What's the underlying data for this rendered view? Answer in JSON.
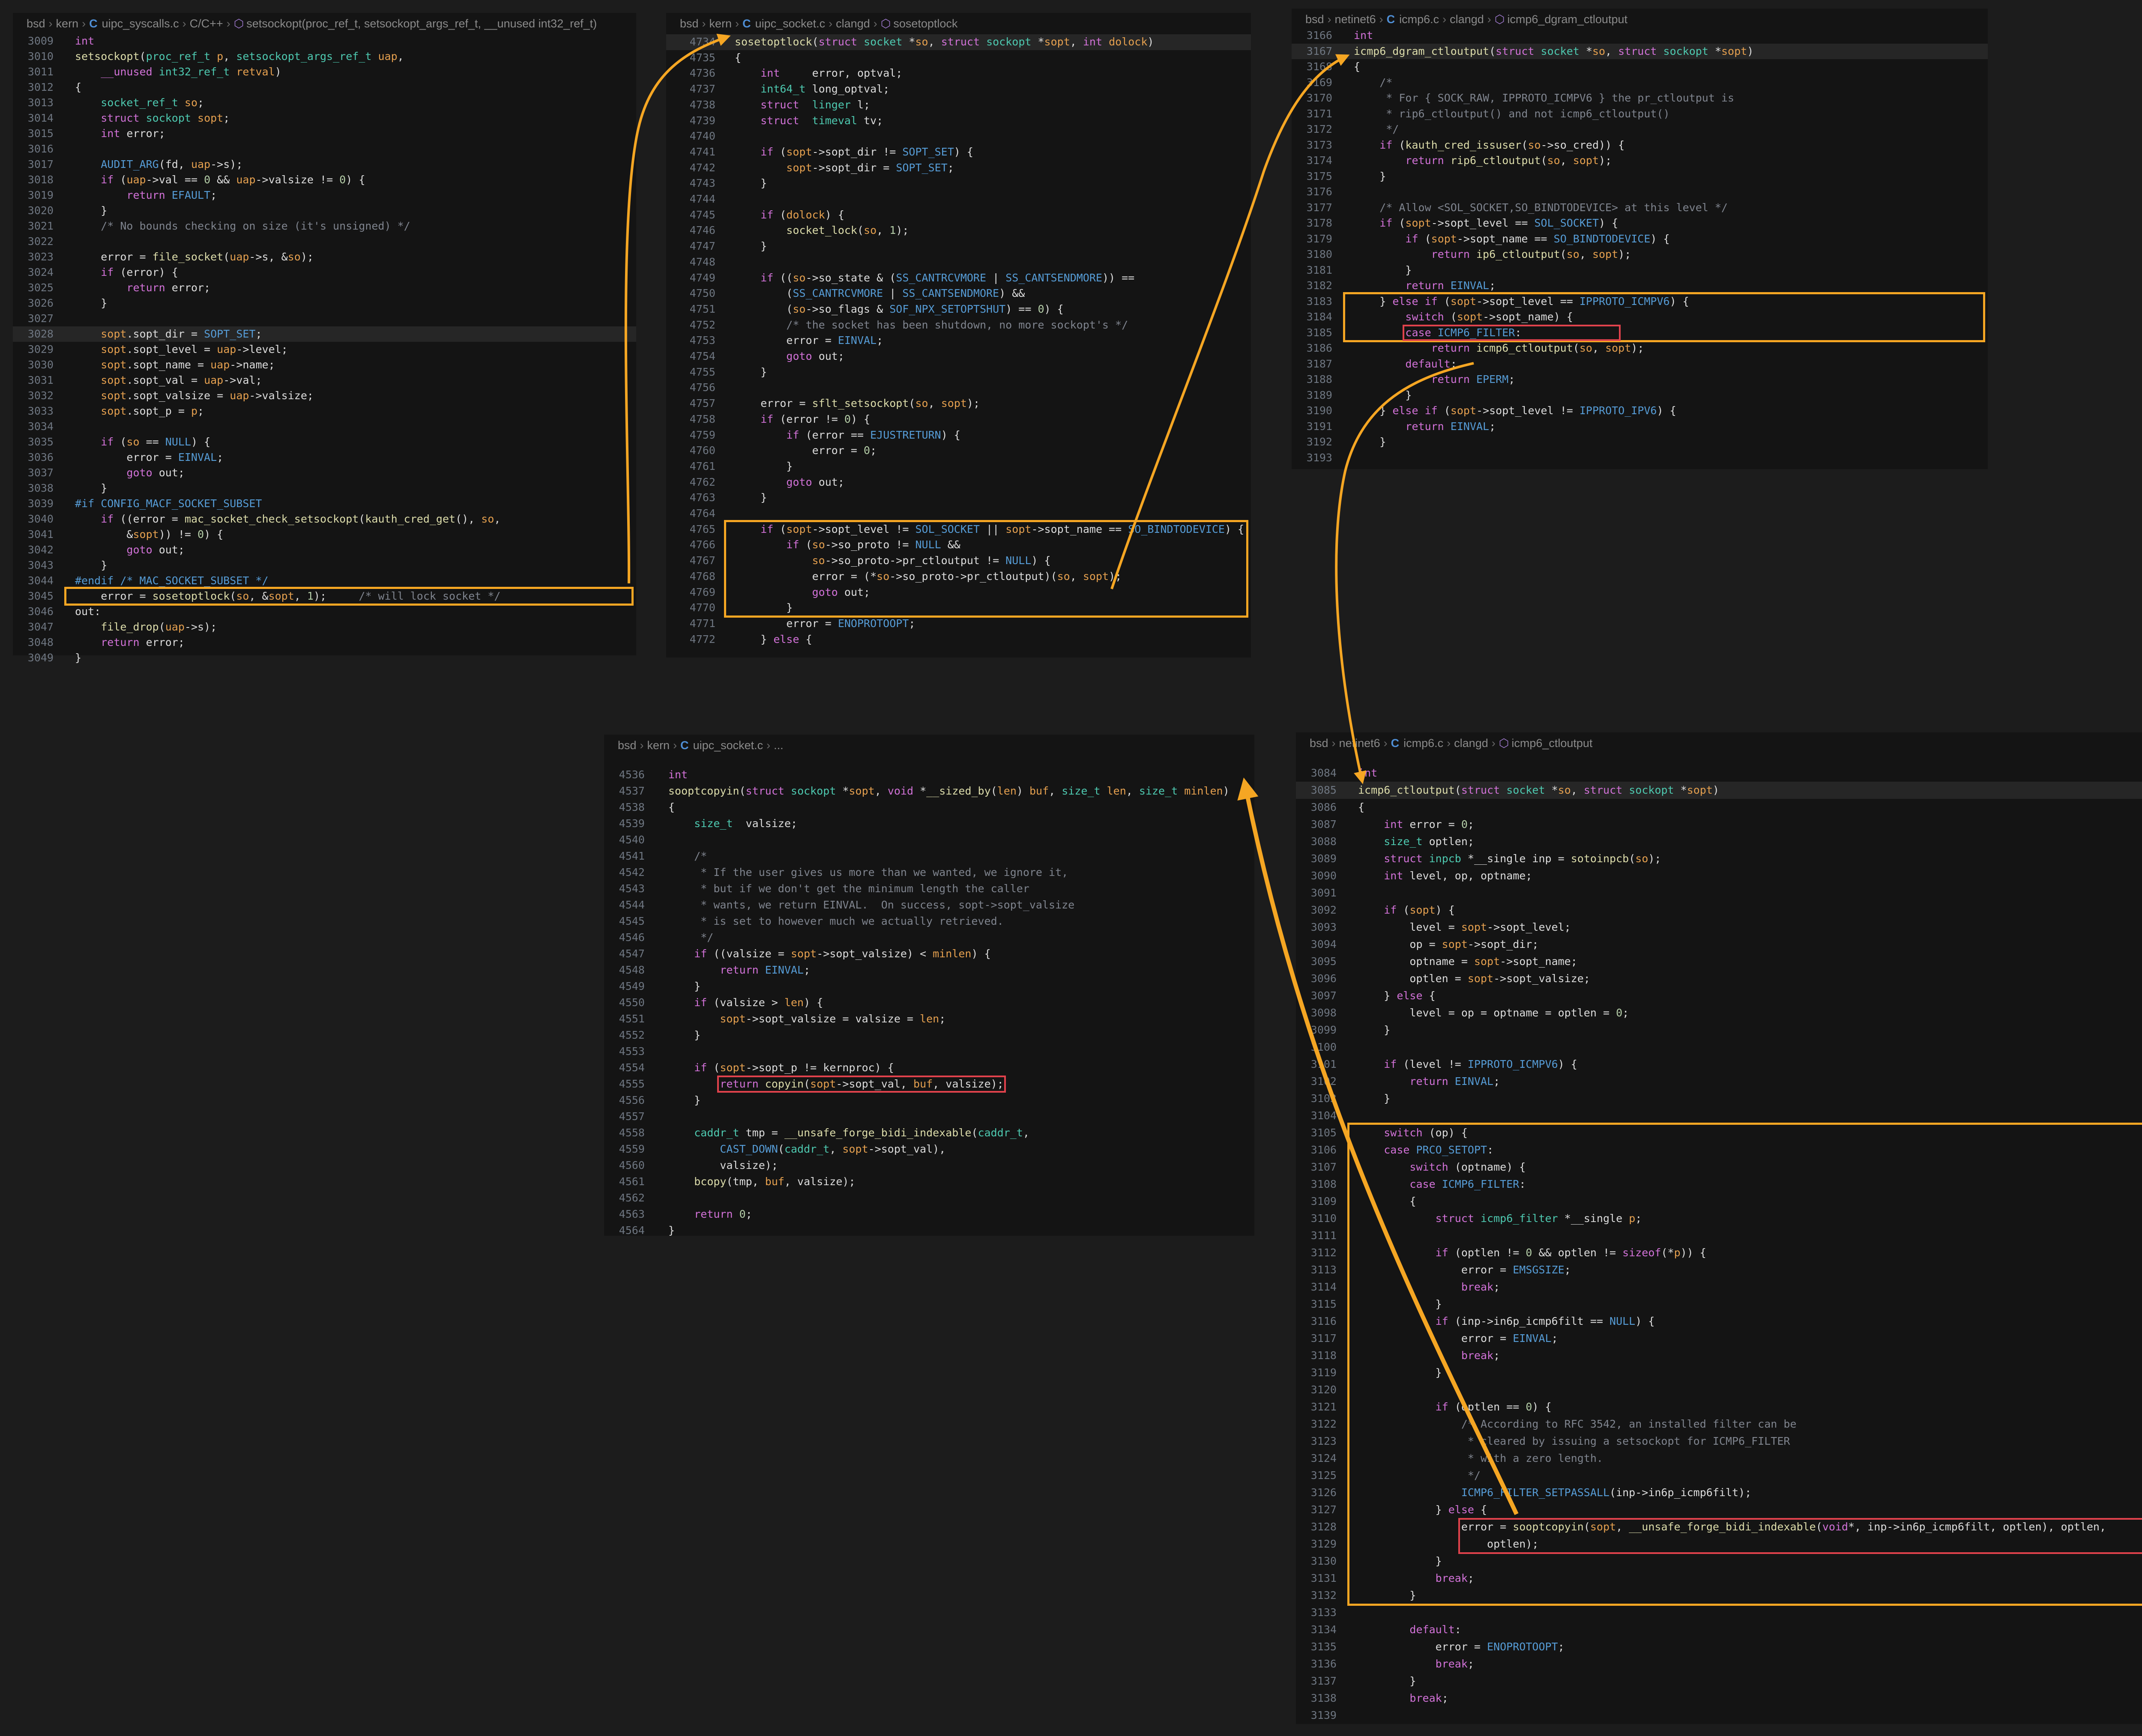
{
  "colors": {
    "background": "#1c1c1c",
    "panel": "#141414",
    "highlight_orange": "#f5a623",
    "highlight_red": "#e0424c"
  },
  "panels": [
    {
      "id": "uipc-syscalls-setsockopt",
      "breadcrumb": [
        "bsd",
        "kern",
        "uipc_syscalls.c",
        "C/C++",
        "setsockopt(proc_ref_t, setsockopt_args_ref_t, __unused int32_ref_t)"
      ],
      "lines": [
        [
          "3009",
          "int"
        ],
        [
          "3010",
          "setsockopt(proc_ref_t p, setsockopt_args_ref_t uap,"
        ],
        [
          "3011",
          "    __unused int32_ref_t retval)"
        ],
        [
          "3012",
          "{"
        ],
        [
          "3013",
          "    socket_ref_t so;"
        ],
        [
          "3014",
          "    struct sockopt sopt;"
        ],
        [
          "3015",
          "    int error;"
        ],
        [
          "3016",
          ""
        ],
        [
          "3017",
          "    AUDIT_ARG(fd, uap->s);"
        ],
        [
          "3018",
          "    if (uap->val == 0 && uap->valsize != 0) {"
        ],
        [
          "3019",
          "        return EFAULT;"
        ],
        [
          "3020",
          "    }"
        ],
        [
          "3021",
          "    /* No bounds checking on size (it's unsigned) */"
        ],
        [
          "3022",
          ""
        ],
        [
          "3023",
          "    error = file_socket(uap->s, &so);"
        ],
        [
          "3024",
          "    if (error) {"
        ],
        [
          "3025",
          "        return error;"
        ],
        [
          "3026",
          "    }"
        ],
        [
          "3027",
          ""
        ],
        [
          "3028",
          "    sopt.sopt_dir = SOPT_SET;"
        ],
        [
          "3029",
          "    sopt.sopt_level = uap->level;"
        ],
        [
          "3030",
          "    sopt.sopt_name = uap->name;"
        ],
        [
          "3031",
          "    sopt.sopt_val = uap->val;"
        ],
        [
          "3032",
          "    sopt.sopt_valsize = uap->valsize;"
        ],
        [
          "3033",
          "    sopt.sopt_p = p;"
        ],
        [
          "3034",
          ""
        ],
        [
          "3035",
          "    if (so == NULL) {"
        ],
        [
          "3036",
          "        error = EINVAL;"
        ],
        [
          "3037",
          "        goto out;"
        ],
        [
          "3038",
          "    }"
        ],
        [
          "3039",
          "#if CONFIG_MACF_SOCKET_SUBSET"
        ],
        [
          "3040",
          "    if ((error = mac_socket_check_setsockopt(kauth_cred_get(), so,"
        ],
        [
          "3041",
          "        &sopt)) != 0) {"
        ],
        [
          "3042",
          "        goto out;"
        ],
        [
          "3043",
          "    }"
        ],
        [
          "3044",
          "#endif /* MAC_SOCKET_SUBSET */"
        ],
        [
          "3045",
          "    error = sosetoptlock(so, &sopt, 1);     /* will lock socket */"
        ],
        [
          "3046",
          "out:"
        ],
        [
          "3047",
          "    file_drop(uap->s);"
        ],
        [
          "3048",
          "    return error;"
        ],
        [
          "3049",
          "}"
        ]
      ]
    },
    {
      "id": "uipc-socket-sosetoptlock",
      "breadcrumb": [
        "bsd",
        "kern",
        "uipc_socket.c",
        "clangd",
        "sosetoptlock"
      ],
      "lines": [
        [
          "4734",
          "sosetoptlock(struct socket *so, struct sockopt *sopt, int dolock)"
        ],
        [
          "4735",
          "{"
        ],
        [
          "4736",
          "    int     error, optval;"
        ],
        [
          "4737",
          "    int64_t long_optval;"
        ],
        [
          "4738",
          "    struct  linger l;"
        ],
        [
          "4739",
          "    struct  timeval tv;"
        ],
        [
          "4740",
          ""
        ],
        [
          "4741",
          "    if (sopt->sopt_dir != SOPT_SET) {"
        ],
        [
          "4742",
          "        sopt->sopt_dir = SOPT_SET;"
        ],
        [
          "4743",
          "    }"
        ],
        [
          "4744",
          ""
        ],
        [
          "4745",
          "    if (dolock) {"
        ],
        [
          "4746",
          "        socket_lock(so, 1);"
        ],
        [
          "4747",
          "    }"
        ],
        [
          "4748",
          ""
        ],
        [
          "4749",
          "    if ((so->so_state & (SS_CANTRCVMORE | SS_CANTSENDMORE)) =="
        ],
        [
          "4750",
          "        (SS_CANTRCVMORE | SS_CANTSENDMORE) &&"
        ],
        [
          "4751",
          "        (so->so_flags & SOF_NPX_SETOPTSHUT) == 0) {"
        ],
        [
          "4752",
          "        /* the socket has been shutdown, no more sockopt's */"
        ],
        [
          "4753",
          "        error = EINVAL;"
        ],
        [
          "4754",
          "        goto out;"
        ],
        [
          "4755",
          "    }"
        ],
        [
          "4756",
          ""
        ],
        [
          "4757",
          "    error = sflt_setsockopt(so, sopt);"
        ],
        [
          "4758",
          "    if (error != 0) {"
        ],
        [
          "4759",
          "        if (error == EJUSTRETURN) {"
        ],
        [
          "4760",
          "            error = 0;"
        ],
        [
          "4761",
          "        }"
        ],
        [
          "4762",
          "        goto out;"
        ],
        [
          "4763",
          "    }"
        ],
        [
          "4764",
          ""
        ],
        [
          "4765",
          "    if (sopt->sopt_level != SOL_SOCKET || sopt->sopt_name == SO_BINDTODEVICE) {"
        ],
        [
          "4766",
          "        if (so->so_proto != NULL &&"
        ],
        [
          "4767",
          "            so->so_proto->pr_ctloutput != NULL) {"
        ],
        [
          "4768",
          "            error = (*so->so_proto->pr_ctloutput)(so, sopt);"
        ],
        [
          "4769",
          "            goto out;"
        ],
        [
          "4770",
          "        }"
        ],
        [
          "4771",
          "        error = ENOPROTOOPT;"
        ],
        [
          "4772",
          "    } else {"
        ]
      ]
    },
    {
      "id": "icmp6-dgram-ctloutput",
      "breadcrumb": [
        "bsd",
        "netinet6",
        "icmp6.c",
        "clangd",
        "icmp6_dgram_ctloutput"
      ],
      "lines": [
        [
          "3166",
          "int"
        ],
        [
          "3167",
          "icmp6_dgram_ctloutput(struct socket *so, struct sockopt *sopt)"
        ],
        [
          "3168",
          "{"
        ],
        [
          "3169",
          "    /*"
        ],
        [
          "3170",
          "     * For { SOCK_RAW, IPPROTO_ICMPV6 } the pr_ctloutput is"
        ],
        [
          "3171",
          "     * rip6_ctloutput() and not icmp6_ctloutput()"
        ],
        [
          "3172",
          "     */"
        ],
        [
          "3173",
          "    if (kauth_cred_issuser(so->so_cred)) {"
        ],
        [
          "3174",
          "        return rip6_ctloutput(so, sopt);"
        ],
        [
          "3175",
          "    }"
        ],
        [
          "3176",
          ""
        ],
        [
          "3177",
          "    /* Allow <SOL_SOCKET,SO_BINDTODEVICE> at this level */"
        ],
        [
          "3178",
          "    if (sopt->sopt_level == SOL_SOCKET) {"
        ],
        [
          "3179",
          "        if (sopt->sopt_name == SO_BINDTODEVICE) {"
        ],
        [
          "3180",
          "            return ip6_ctloutput(so, sopt);"
        ],
        [
          "3181",
          "        }"
        ],
        [
          "3182",
          "        return EINVAL;"
        ],
        [
          "3183",
          "    } else if (sopt->sopt_level == IPPROTO_ICMPV6) {"
        ],
        [
          "3184",
          "        switch (sopt->sopt_name) {"
        ],
        [
          "3185",
          "        case ICMP6_FILTER:"
        ],
        [
          "3186",
          "            return icmp6_ctloutput(so, sopt);"
        ],
        [
          "3187",
          "        default:"
        ],
        [
          "3188",
          "            return EPERM;"
        ],
        [
          "3189",
          "        }"
        ],
        [
          "3190",
          "    } else if (sopt->sopt_level != IPPROTO_IPV6) {"
        ],
        [
          "3191",
          "        return EINVAL;"
        ],
        [
          "3192",
          "    }"
        ],
        [
          "3193",
          ""
        ]
      ]
    },
    {
      "id": "uipc-socket-sooptcopyin",
      "breadcrumb": [
        "bsd",
        "kern",
        "uipc_socket.c",
        "..."
      ],
      "lines": [
        [
          "4536",
          "int"
        ],
        [
          "4537",
          "sooptcopyin(struct sockopt *sopt, void *__sized_by(len) buf, size_t len, size_t minlen)"
        ],
        [
          "4538",
          "{"
        ],
        [
          "4539",
          "    size_t  valsize;"
        ],
        [
          "4540",
          ""
        ],
        [
          "4541",
          "    /*"
        ],
        [
          "4542",
          "     * If the user gives us more than we wanted, we ignore it,"
        ],
        [
          "4543",
          "     * but if we don't get the minimum length the caller"
        ],
        [
          "4544",
          "     * wants, we return EINVAL.  On success, sopt->sopt_valsize"
        ],
        [
          "4545",
          "     * is set to however much we actually retrieved."
        ],
        [
          "4546",
          "     */"
        ],
        [
          "4547",
          "    if ((valsize = sopt->sopt_valsize) < minlen) {"
        ],
        [
          "4548",
          "        return EINVAL;"
        ],
        [
          "4549",
          "    }"
        ],
        [
          "4550",
          "    if (valsize > len) {"
        ],
        [
          "4551",
          "        sopt->sopt_valsize = valsize = len;"
        ],
        [
          "4552",
          "    }"
        ],
        [
          "4553",
          ""
        ],
        [
          "4554",
          "    if (sopt->sopt_p != kernproc) {"
        ],
        [
          "4555",
          "        return copyin(sopt->sopt_val, buf, valsize);"
        ],
        [
          "4556",
          "    }"
        ],
        [
          "4557",
          ""
        ],
        [
          "4558",
          "    caddr_t tmp = __unsafe_forge_bidi_indexable(caddr_t,"
        ],
        [
          "4559",
          "        CAST_DOWN(caddr_t, sopt->sopt_val),"
        ],
        [
          "4560",
          "        valsize);"
        ],
        [
          "4561",
          "    bcopy(tmp, buf, valsize);"
        ],
        [
          "4562",
          ""
        ],
        [
          "4563",
          "    return 0;"
        ],
        [
          "4564",
          "}"
        ]
      ]
    },
    {
      "id": "icmp6-ctloutput",
      "breadcrumb": [
        "bsd",
        "netinet6",
        "icmp6.c",
        "clangd",
        "icmp6_ctloutput"
      ],
      "lines": [
        [
          "3084",
          "int"
        ],
        [
          "3085",
          "icmp6_ctloutput(struct socket *so, struct sockopt *sopt)"
        ],
        [
          "3086",
          "{"
        ],
        [
          "3087",
          "    int error = 0;"
        ],
        [
          "3088",
          "    size_t optlen;"
        ],
        [
          "3089",
          "    struct inpcb *__single inp = sotoinpcb(so);"
        ],
        [
          "3090",
          "    int level, op, optname;"
        ],
        [
          "3091",
          ""
        ],
        [
          "3092",
          "    if (sopt) {"
        ],
        [
          "3093",
          "        level = sopt->sopt_level;"
        ],
        [
          "3094",
          "        op = sopt->sopt_dir;"
        ],
        [
          "3095",
          "        optname = sopt->sopt_name;"
        ],
        [
          "3096",
          "        optlen = sopt->sopt_valsize;"
        ],
        [
          "3097",
          "    } else {"
        ],
        [
          "3098",
          "        level = op = optname = optlen = 0;"
        ],
        [
          "3099",
          "    }"
        ],
        [
          "3100",
          ""
        ],
        [
          "3101",
          "    if (level != IPPROTO_ICMPV6) {"
        ],
        [
          "3102",
          "        return EINVAL;"
        ],
        [
          "3103",
          "    }"
        ],
        [
          "3104",
          ""
        ],
        [
          "3105",
          "    switch (op) {"
        ],
        [
          "3106",
          "    case PRCO_SETOPT:"
        ],
        [
          "3107",
          "        switch (optname) {"
        ],
        [
          "3108",
          "        case ICMP6_FILTER:"
        ],
        [
          "3109",
          "        {"
        ],
        [
          "3110",
          "            struct icmp6_filter *__single p;"
        ],
        [
          "3111",
          ""
        ],
        [
          "3112",
          "            if (optlen != 0 && optlen != sizeof(*p)) {"
        ],
        [
          "3113",
          "                error = EMSGSIZE;"
        ],
        [
          "3114",
          "                break;"
        ],
        [
          "3115",
          "            }"
        ],
        [
          "3116",
          "            if (inp->in6p_icmp6filt == NULL) {"
        ],
        [
          "3117",
          "                error = EINVAL;"
        ],
        [
          "3118",
          "                break;"
        ],
        [
          "3119",
          "            }"
        ],
        [
          "3120",
          ""
        ],
        [
          "3121",
          "            if (optlen == 0) {"
        ],
        [
          "3122",
          "                /* According to RFC 3542, an installed filter can be"
        ],
        [
          "3123",
          "                 * cleared by issuing a setsockopt for ICMP6_FILTER"
        ],
        [
          "3124",
          "                 * with a zero length."
        ],
        [
          "3125",
          "                 */"
        ],
        [
          "3126",
          "                ICMP6_FILTER_SETPASSALL(inp->in6p_icmp6filt);"
        ],
        [
          "3127",
          "            } else {"
        ],
        [
          "3128",
          "                error = sooptcopyin(sopt, __unsafe_forge_bidi_indexable(void*, inp->in6p_icmp6filt, optlen), optlen,"
        ],
        [
          "3129",
          "                    optlen);"
        ],
        [
          "3130",
          "            }"
        ],
        [
          "3131",
          "            break;"
        ],
        [
          "3132",
          "        }"
        ],
        [
          "3133",
          ""
        ],
        [
          "3134",
          "        default:"
        ],
        [
          "3135",
          "            error = ENOPROTOOPT;"
        ],
        [
          "3136",
          "            break;"
        ],
        [
          "3137",
          "        }"
        ],
        [
          "3138",
          "        break;"
        ],
        [
          "3139",
          ""
        ]
      ]
    }
  ]
}
